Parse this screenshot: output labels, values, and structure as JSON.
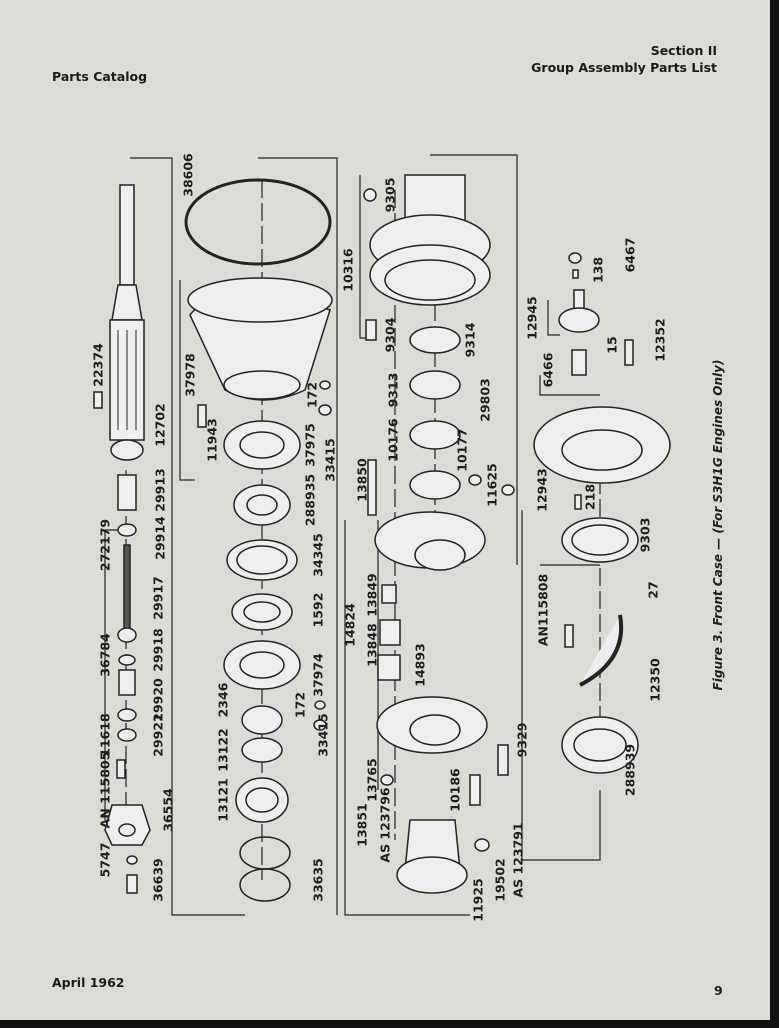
{
  "header": {
    "left": "Parts Catalog",
    "section": "Section II",
    "subtitle": "Group Assembly Parts List"
  },
  "footer": {
    "date": "April 1962",
    "page_number": "9"
  },
  "figure": {
    "caption": "Figure 3. Front Case — (For S3H1G Engines Only)",
    "labels": [
      "22374",
      "12702",
      "29913",
      "29914",
      "272179",
      "29917",
      "36784",
      "29918",
      "29920",
      "11618",
      "29921",
      "AN 115805",
      "36554",
      "5747",
      "36639",
      "38606",
      "37978",
      "11943",
      "172",
      "37975",
      "33415",
      "288935",
      "34345",
      "1592",
      "37974",
      "2346",
      "172",
      "13122",
      "33415",
      "13121",
      "33635",
      "10316",
      "9305",
      "9304",
      "9314",
      "9313",
      "29803",
      "10176",
      "10177",
      "11625",
      "13850",
      "13849",
      "14824",
      "13848",
      "14893",
      "9329",
      "13765",
      "10186",
      "13851",
      "AS 123796",
      "11925",
      "19502",
      "AS 123791",
      "12945",
      "6466",
      "15",
      "138",
      "6467",
      "12352",
      "12943",
      "218",
      "9303",
      "27",
      "AN115808",
      "12350",
      "288939"
    ]
  }
}
